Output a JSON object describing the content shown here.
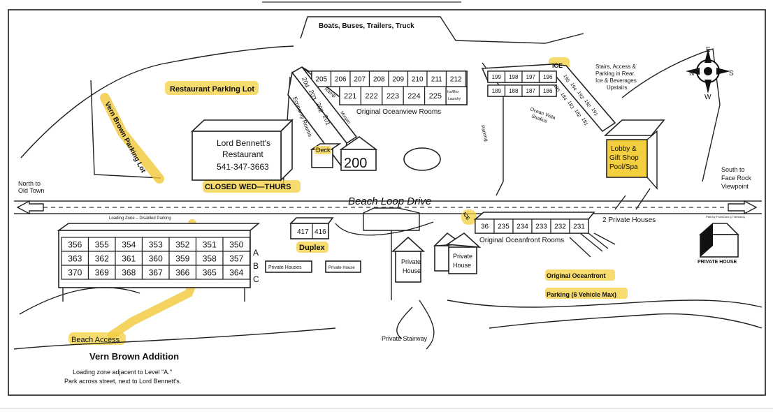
{
  "labels": {
    "boats": "Boats, Buses, Trailers, Truck",
    "restaurant_parking": "Restaurant Parking Lot",
    "vern_brown_lot": "Vern Brown Parking Lot",
    "lord_bennett_1": "Lord Bennett's",
    "lord_bennett_2": "Restaurant",
    "lord_bennett_phone": "541-347-3663",
    "closed": "CLOSED WED—THURS",
    "north_to_1": "North to",
    "north_to_2": "Old Town",
    "south_to_1": "South to",
    "south_to_2": "Face Rock",
    "south_to_3": "Viewpoint",
    "beach_loop": "Beach Loop Drive",
    "oceanview": "Original Oceanview Rooms",
    "economy": "Economy Rooms",
    "ramp": "Ramp",
    "morgan": "Morgan",
    "deck": "Deck",
    "ice_upper": "ICE",
    "ice_lower": "ICE",
    "icebox_laundry_1": "Ice/Box",
    "icebox_laundry_2": "Laundry",
    "stairs_1": "Stairs, Access &",
    "stairs_2": "Parking in Rear.",
    "stairs_3": "Ice & Beverages",
    "stairs_4": "Upstairs.",
    "ocean_vista_1": "Ocean Vista",
    "ocean_vista_2": "Studios",
    "parking_vert": "Parking",
    "lobby_1": "Lobby &",
    "lobby_2": "Gift Shop",
    "lobby_3": "Pool/Spa",
    "loading_zone": "Loading Zone – Disabled Parking",
    "duplex": "Duplex",
    "private_houses_small_1": "Private Houses",
    "private_houses_small_2": "Private House",
    "private_house_1a": "Private",
    "private_house_1b": "House",
    "private_house_2a": "Private",
    "private_house_2b": "House",
    "two_private": "2 Private Houses",
    "oceanfront_rooms": "Original Oceanfront Rooms",
    "private_stairway": "Private Stairway",
    "oceanfront_parking_1": "Original Oceanfront",
    "oceanfront_parking_2": "Parking (6 Vehicle Max)",
    "private_house_caps": "PRIVATE HOUSE",
    "park_by_front_door": "Park by Front Door (2 Vehicles)",
    "beach_access": "Beach Access",
    "vern_addition": "Vern Brown Addition",
    "loading_note_1": "Loading zone adjacent to Level \"A.\"",
    "loading_note_2": "Park across street, next to Lord Bennett's.",
    "level_a": "A",
    "level_b": "B",
    "level_c": "C",
    "compass_n": "N",
    "compass_s": "S",
    "compass_e": "E",
    "compass_w": "W"
  },
  "rooms": {
    "oceanview_top": [
      "205",
      "206",
      "207",
      "208",
      "209",
      "210",
      "211",
      "212"
    ],
    "oceanview_bottom": [
      "221",
      "222",
      "223",
      "224",
      "225"
    ],
    "economy": [
      "204",
      "203",
      "202",
      "201"
    ],
    "big_200": "200",
    "vista_top": [
      "199",
      "198",
      "197",
      "196"
    ],
    "vista_bottom": [
      "189",
      "188",
      "187",
      "186"
    ],
    "vista_diag": [
      "195",
      "194",
      "193",
      "192",
      "191"
    ],
    "vista_diag2": [
      "185",
      "184",
      "183",
      "182",
      "181"
    ],
    "duplex": [
      "417",
      "416"
    ],
    "oceanfront": [
      "36",
      "235",
      "234",
      "233",
      "232",
      "231"
    ],
    "vern_a": [
      "356",
      "355",
      "354",
      "353",
      "352",
      "351",
      "350"
    ],
    "vern_b": [
      "363",
      "362",
      "361",
      "360",
      "359",
      "358",
      "357"
    ],
    "vern_c": [
      "370",
      "369",
      "368",
      "367",
      "366",
      "365",
      "364"
    ]
  },
  "colors": {
    "highlight": "#f3cf3f",
    "ink": "#222222"
  }
}
